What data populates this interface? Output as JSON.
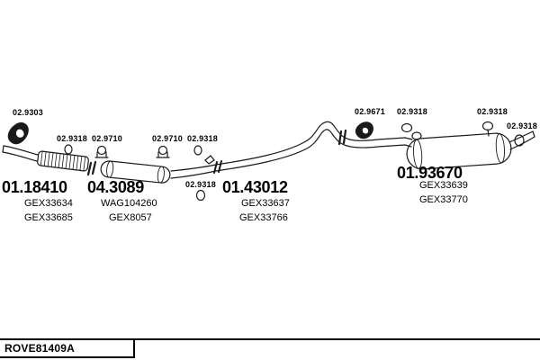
{
  "diagram": {
    "small_labels": [
      {
        "text": "02.9303"
      },
      {
        "text": "02.9318"
      },
      {
        "text": "02.9710"
      },
      {
        "text": "02.9710"
      },
      {
        "text": "02.9318"
      },
      {
        "text": "02.9318"
      },
      {
        "text": "02.9671"
      },
      {
        "text": "02.9318"
      },
      {
        "text": "02.9318"
      },
      {
        "text": "02.9318"
      }
    ],
    "groups": [
      {
        "number": "01.18410",
        "parts": [
          "GEX33634",
          "GEX33685"
        ]
      },
      {
        "number": "04.3089",
        "parts": [
          "WAG104260",
          "GEX8057"
        ]
      },
      {
        "number": "01.43012",
        "parts": [
          "GEX33637",
          "GEX33766"
        ]
      },
      {
        "number": "01.93670",
        "parts": [
          "GEX33639",
          "GEX33770"
        ]
      }
    ]
  },
  "footer": {
    "drawing_number": "ROVE81409A"
  }
}
